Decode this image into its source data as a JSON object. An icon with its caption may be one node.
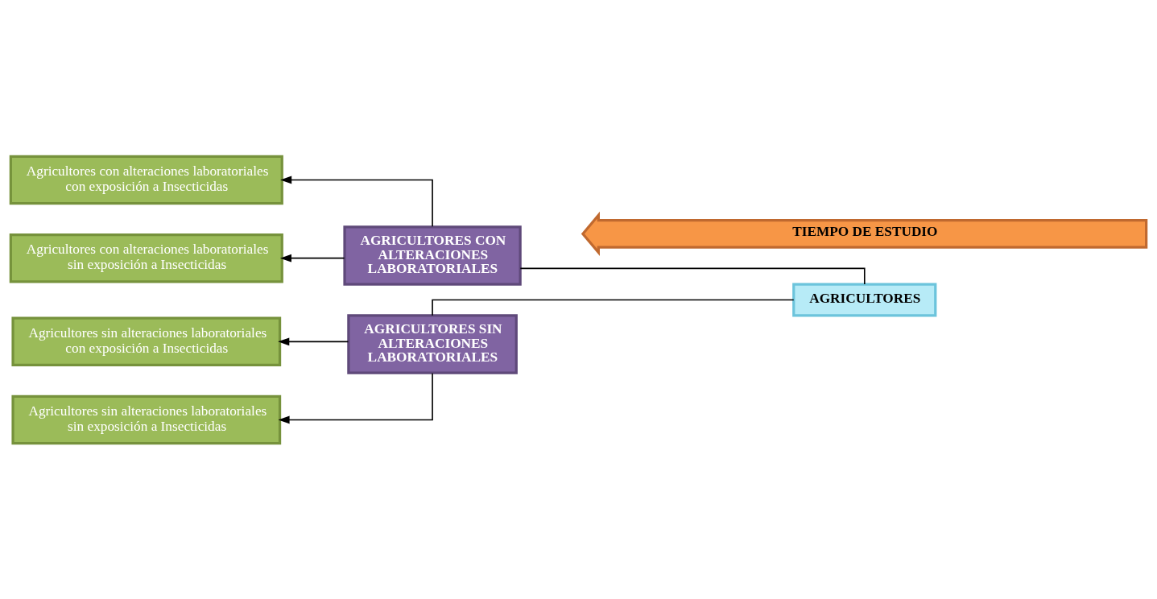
{
  "diagram": {
    "nodes": [
      {
        "text": [
          "AGRICULTORES"
        ]
      },
      {
        "text": [
          "AGRICULTORES CON ALTERACIONES LABORATORIALES"
        ]
      },
      {
        "text": [
          "AGRICULTORES SIN ALTERACIONES LABORATORIALES"
        ]
      },
      {
        "text": [
          "Agricultores con alteraciones laboratoriales con exposición a Insecticidas"
        ]
      },
      {
        "text": [
          "Agricultores con alteraciones laboratoriales sin exposición a Insecticidas"
        ]
      },
      {
        "text": [
          "Agricultores sin alteraciones laboratoriales con exposición a Insecticidas"
        ]
      },
      {
        "text": [
          "Agricultores sin alteraciones laboratoriales sin exposición a Insecticidas"
        ]
      },
      {
        "text": [
          "TIEMPO DE ESTUDIO"
        ]
      }
    ],
    "edges": [
      {
        "from": 0,
        "to": 1,
        "arrow": "none"
      },
      {
        "from": 0,
        "to": 2,
        "arrow": "none"
      },
      {
        "from": 1,
        "to": 3,
        "arrow": "to"
      },
      {
        "from": 1,
        "to": 4,
        "arrow": "to"
      },
      {
        "from": 2,
        "to": 5,
        "arrow": "to"
      },
      {
        "from": 2,
        "to": 6,
        "arrow": "to"
      }
    ]
  }
}
